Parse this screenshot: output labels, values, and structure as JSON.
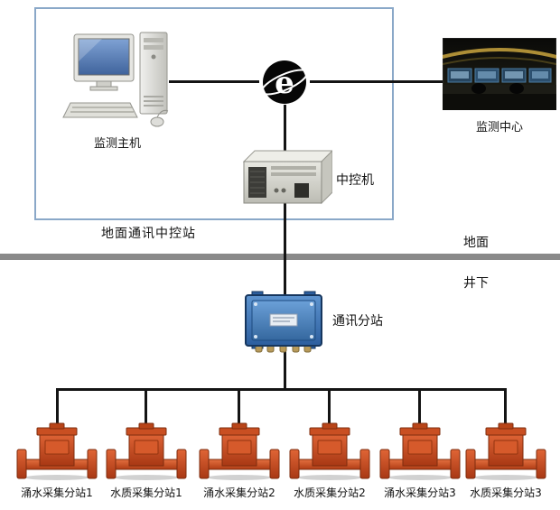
{
  "labels": {
    "host": "监测主机",
    "monitor_center": "监测中心",
    "control_server": "中控机",
    "ground_station": "地面通讯中控站",
    "surface": "地面",
    "underground": "井下",
    "comm_substation": "通讯分站"
  },
  "stations": [
    {
      "label": "涌水采集分站1"
    },
    {
      "label": "水质采集分站1"
    },
    {
      "label": "涌水采集分站2"
    },
    {
      "label": "水质采集分站2"
    },
    {
      "label": "涌水采集分站3"
    },
    {
      "label": "水质采集分站3"
    }
  ],
  "icons": {
    "internet": "e-globe-icon",
    "host": "desktop-computer-icon",
    "server": "rack-server-icon",
    "junction": "mine-junction-box-icon",
    "device": "flow-sensor-icon",
    "monitor_center": "control-room-photo"
  },
  "colors": {
    "box_border": "#8aa8c8",
    "divider_gray": "#8a8a8a",
    "connector": "#141414",
    "device_orange": "#cc5229",
    "junction_blue": "#3a72b0"
  }
}
